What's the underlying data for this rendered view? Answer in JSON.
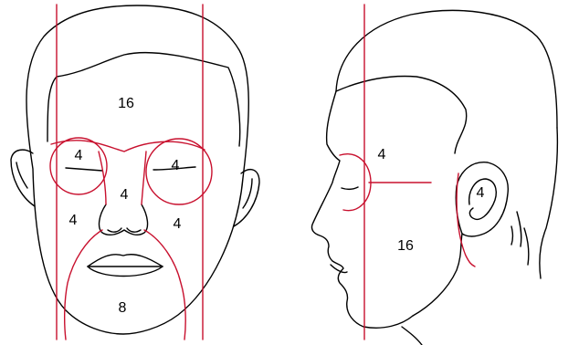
{
  "colors": {
    "outline": "#000000",
    "guide": "#c8102e",
    "background": "#ffffff"
  },
  "front_view": {
    "labels": {
      "forehead": "16",
      "right_eye": "4",
      "left_eye": "4",
      "nose": "4",
      "right_cheek": "4",
      "left_cheek": "4",
      "chin": "8"
    }
  },
  "side_view": {
    "labels": {
      "temple": "4",
      "ear": "4",
      "cheek_neck": "16"
    }
  }
}
